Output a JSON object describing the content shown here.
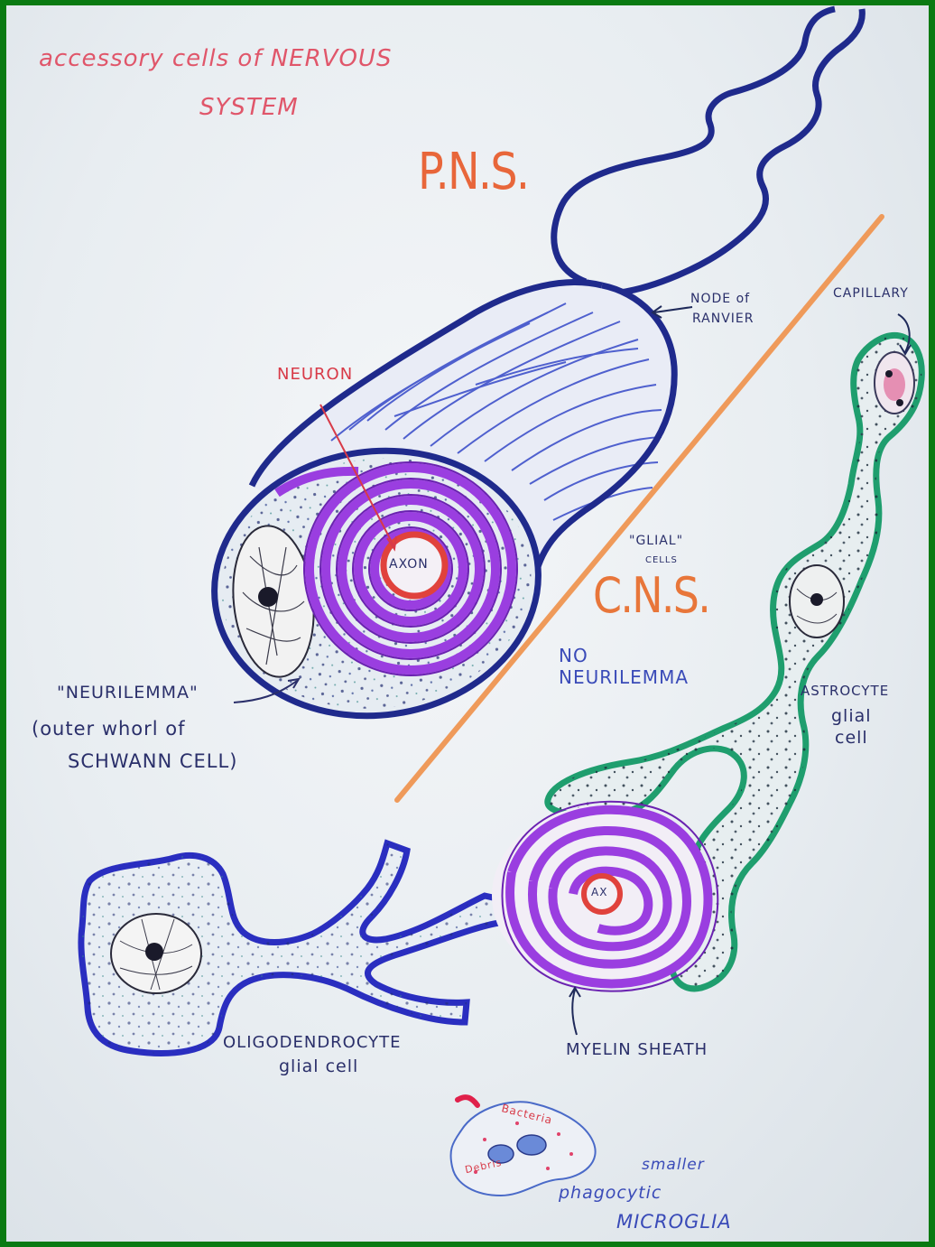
{
  "title": {
    "line1": "accessory cells of NERVOUS",
    "line2": "SYSTEM"
  },
  "regions": {
    "pns": "P.N.S.",
    "cns": "C.N.S."
  },
  "labels": {
    "node_of_ranvier": {
      "line1": "NODE of",
      "line2": "RANVIER"
    },
    "neuron": "NEURON",
    "axon": "AXON",
    "axon_small": "AX",
    "capillary": "CAPILLARY",
    "glial_cells": {
      "line1": "\"GLIAL\"",
      "line2": "CELLS"
    },
    "no_neurilemma": {
      "line1": "NO",
      "line2": "NEURILEMMA"
    },
    "neurilemma": {
      "line1": "\"NEURILEMMA\"",
      "line2": "(outer whorl of",
      "line3": "SCHWANN CELL)"
    },
    "astrocyte": {
      "line1": "ASTROCYTE",
      "line2": "glial",
      "line3": "cell"
    },
    "oligodendrocyte": {
      "line1": "OLIGODENDROCYTE",
      "line2": "glial cell"
    },
    "myelin_sheath": "MYELIN SHEATH",
    "microglia": {
      "line1": "smaller",
      "line2": "phagocytic",
      "line3": "MICROGLIA"
    },
    "bacteria": "Bacteria",
    "debris": "Debris"
  },
  "colors": {
    "frame": "#0a7a12",
    "paper": "#eef2f5",
    "axon_outline": "#1f2a8c",
    "myelin": "#9a3ee0",
    "axon_red": "#e0423c",
    "divider": "#ef9a5a",
    "astrocyte": "#1f9e6e",
    "title_red": "#e0566a",
    "orange": "#e8663a"
  }
}
